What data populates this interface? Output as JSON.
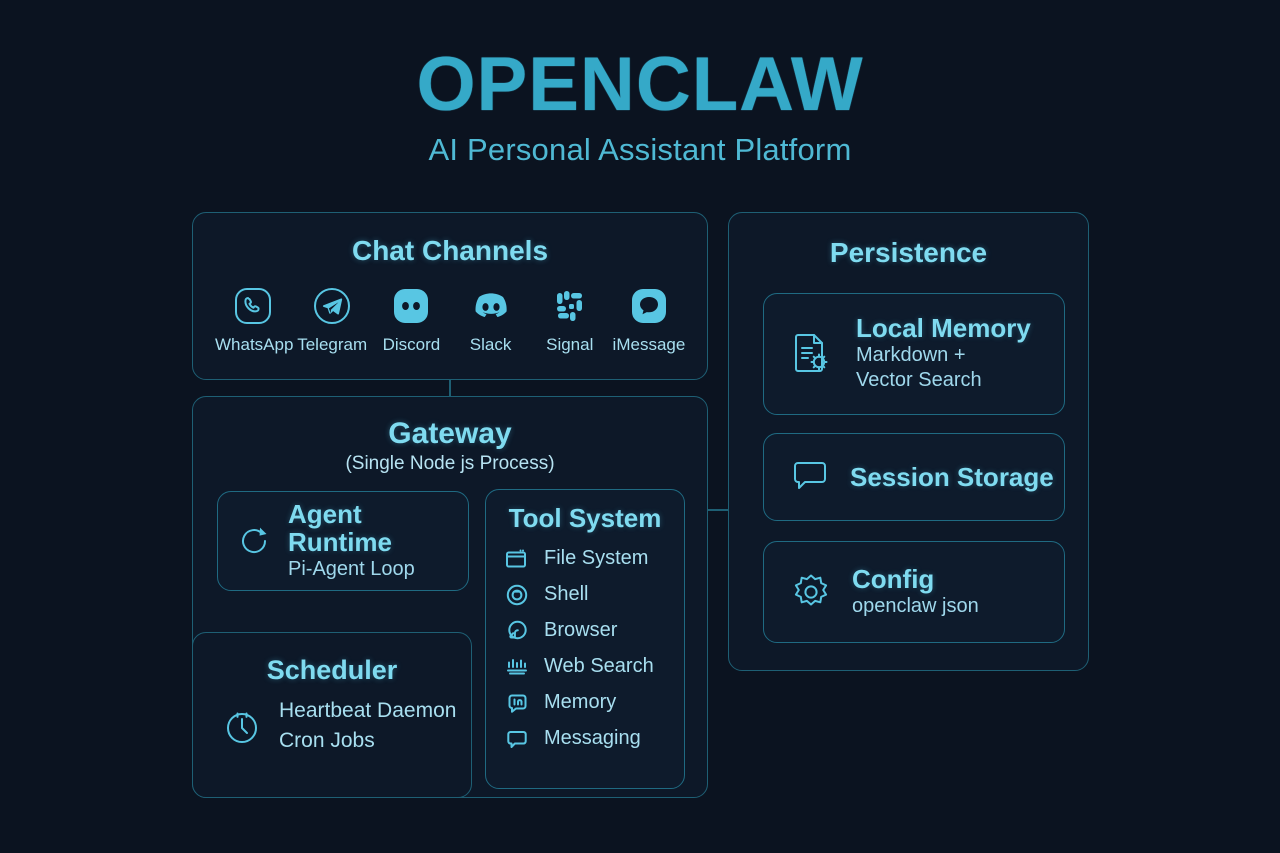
{
  "header": {
    "title": "OPENCLAW",
    "subtitle": "AI Personal Assistant Platform"
  },
  "colors": {
    "background": "#0b1320",
    "accent": "#35a9c8",
    "text_light": "#7fdbf0",
    "border": "#1e5f74",
    "icon": "#58c6e3"
  },
  "chat_channels": {
    "title": "Chat Channels",
    "items": [
      {
        "label": "WhatsApp",
        "icon": "whatsapp-icon"
      },
      {
        "label": "Telegram",
        "icon": "telegram-icon"
      },
      {
        "label": "Discord",
        "icon": "discord-icon"
      },
      {
        "label": "Slack",
        "icon": "slack-icon"
      },
      {
        "label": "Signal",
        "icon": "signal-icon"
      },
      {
        "label": "iMessage",
        "icon": "imessage-icon"
      }
    ]
  },
  "gateway": {
    "title": "Gateway",
    "subtitle": "(Single Node js Process)",
    "agent_runtime": {
      "title": "Agent Runtime",
      "subtitle": "Pi-Agent Loop",
      "icon": "refresh-loop-icon"
    },
    "tool_system": {
      "title": "Tool System",
      "items": [
        {
          "label": "File System",
          "icon": "folder-icon"
        },
        {
          "label": "Shell",
          "icon": "terminal-icon"
        },
        {
          "label": "Browser",
          "icon": "browser-icon"
        },
        {
          "label": "Web Search",
          "icon": "web-search-icon"
        },
        {
          "label": "Memory",
          "icon": "memory-icon"
        },
        {
          "label": "Messaging",
          "icon": "chat-bubble-icon"
        }
      ]
    }
  },
  "scheduler": {
    "title": "Scheduler",
    "icon": "clock-icon",
    "lines": [
      "Heartbeat Daemon",
      "Cron Jobs"
    ]
  },
  "persistence": {
    "title": "Persistence",
    "cards": [
      {
        "title": "Local Memory",
        "subtitle_line1": "Markdown +",
        "subtitle_line2": "Vector Search",
        "icon": "document-gear-icon"
      },
      {
        "title": "Session Storage",
        "icon": "chat-bubble-icon"
      },
      {
        "title": "Config",
        "subtitle": "openclaw json",
        "icon": "gear-icon"
      }
    ]
  }
}
